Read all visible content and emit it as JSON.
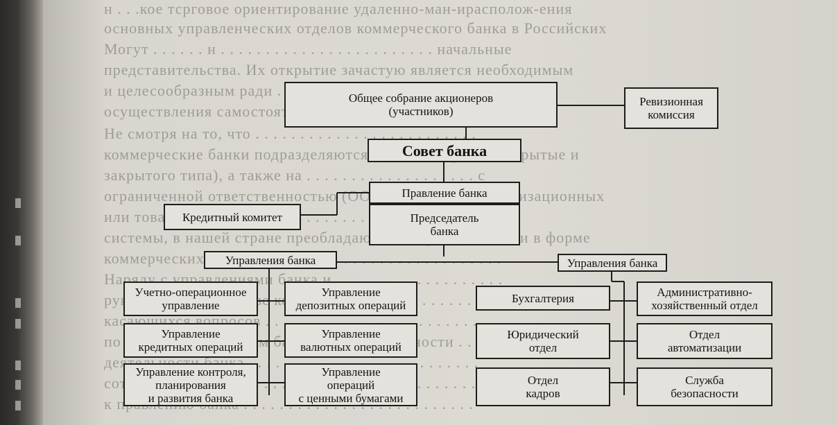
{
  "background_text": [
    "н . . .кое тсрговое ориентирование удаленно-ман-ирасполож-ения",
    "основных управленческих отделов коммерческого банка в Российских",
    "Могут . . . . . . н . . . . . . . . . . . . . . . . . . . . . . . . начальные",
    "представительства. Их открытие зачастую является необходимым",
    "и целесообразным ради . . . . . . . . . . . . . . . и или",
    "осуществления самостоятельных ф. . . . . . . . . . . .",
    "Не смотря на то, что . . . . . . . . . . . . . . . . . . . . . . . . .",
    "коммерческие банки подразделяются на акционерные (открытые и",
    "закрытого типа), а также на . . . . . . . . . . . . . . . . . . . с",
    "ограниченной ответственностью (ООО) или прочих организационных",
    "или товариществ (ОАО) . . . . . . . . . . . . . . . банковской",
    "системы, в нашей стране преобладают коммерческие банки в форме",
    "коммерческих акционерных . . . . . . . . . . . . . . . . . . . . . .",
    "Наряду с управлениями банка и . . . . . . . . . . . . . . . . . . .",
    "руководство, на основе которого . . . . . . . . . . . . . . . . . . .",
    "касающихся вопросов . . . . . . . . . . . . . . . . . . . . . . . . . .",
    "по основным вопросам банковской деятельности . . . . . . . . . . .",
    "деятельности банка . . . . . . . . . . . . . . . . . . . . . . . . . .",
    "сотрудников банка, . . . . . . . . . . . . . . . . . . . . . . . . . .",
    "к правлению банка . . . . . . . . . . . . . . . . . . . . . . . . . ."
  ],
  "diagram": {
    "shareholders": "Общее собрание акционеров\n(участников)",
    "audit": "Ревизионная\nкомиссия",
    "council": "Совет банка",
    "board": "Правление банка",
    "chairman": "Председатель\nбанка",
    "credit_committee": "Кредитный комитет",
    "departments_left": "Управления банка",
    "departments_right": "Управления банка",
    "left_col1": [
      "Учетно-операционное\nуправление",
      "Управление\nкредитных операций",
      "Управление контроля,\nпланирования\nи развития банка"
    ],
    "left_col2": [
      "Управление\nдепозитных операций",
      "Управление\nвалютных операций",
      "Управление\nопераций\nс ценными бумагами"
    ],
    "right_col1": [
      "Бухгалтерия",
      "Юридический\nотдел",
      "Отдел\nкадров"
    ],
    "right_col2": [
      "Административно-\nхозяйственный отдел",
      "Отдел\nавтоматизации",
      "Служба\nбезопасности"
    ]
  }
}
